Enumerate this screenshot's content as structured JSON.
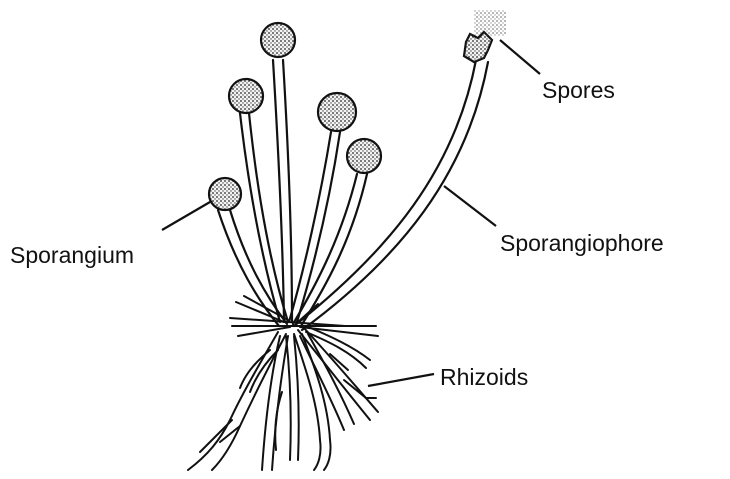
{
  "diagram": {
    "labels": {
      "spores": "Spores",
      "sporangium": "Sporangium",
      "sporangiophore": "Sporangiophore",
      "rhizoids": "Rhizoids"
    }
  }
}
